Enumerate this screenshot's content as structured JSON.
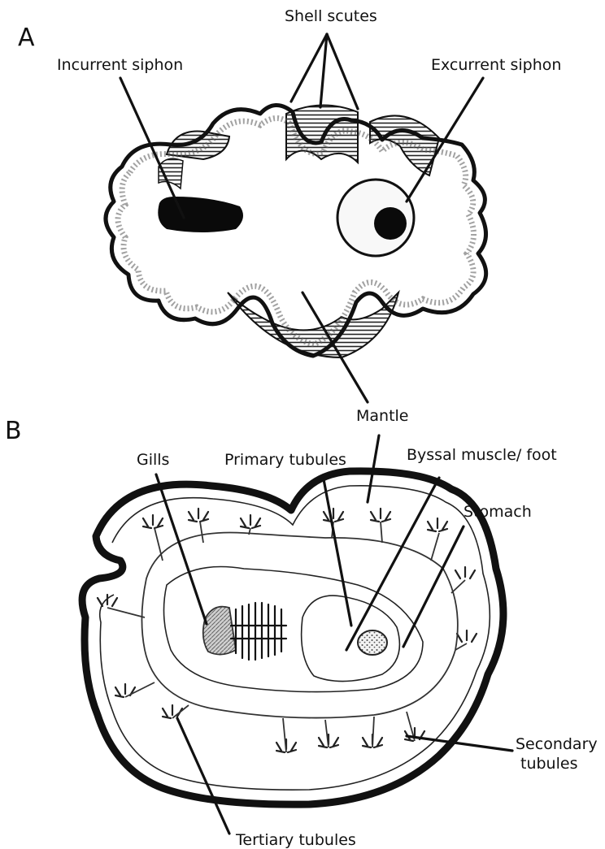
{
  "panels": {
    "a": {
      "letter": "A"
    },
    "b": {
      "letter": "B"
    }
  },
  "labels": {
    "shell_scutes": "Shell scutes",
    "incurrent_siphon": "Incurrent siphon",
    "excurrent_siphon": "Excurrent siphon",
    "mantle": "Mantle",
    "gills": "Gills",
    "primary_tubules": "Primary tubules",
    "byssal_muscle_foot": "Byssal muscle/ foot",
    "stomach": "Stomach",
    "secondary_tubules_line1": "Secondary",
    "secondary_tubules_line2": "tubules",
    "tertiary_tubules": "Tertiary tubules"
  }
}
